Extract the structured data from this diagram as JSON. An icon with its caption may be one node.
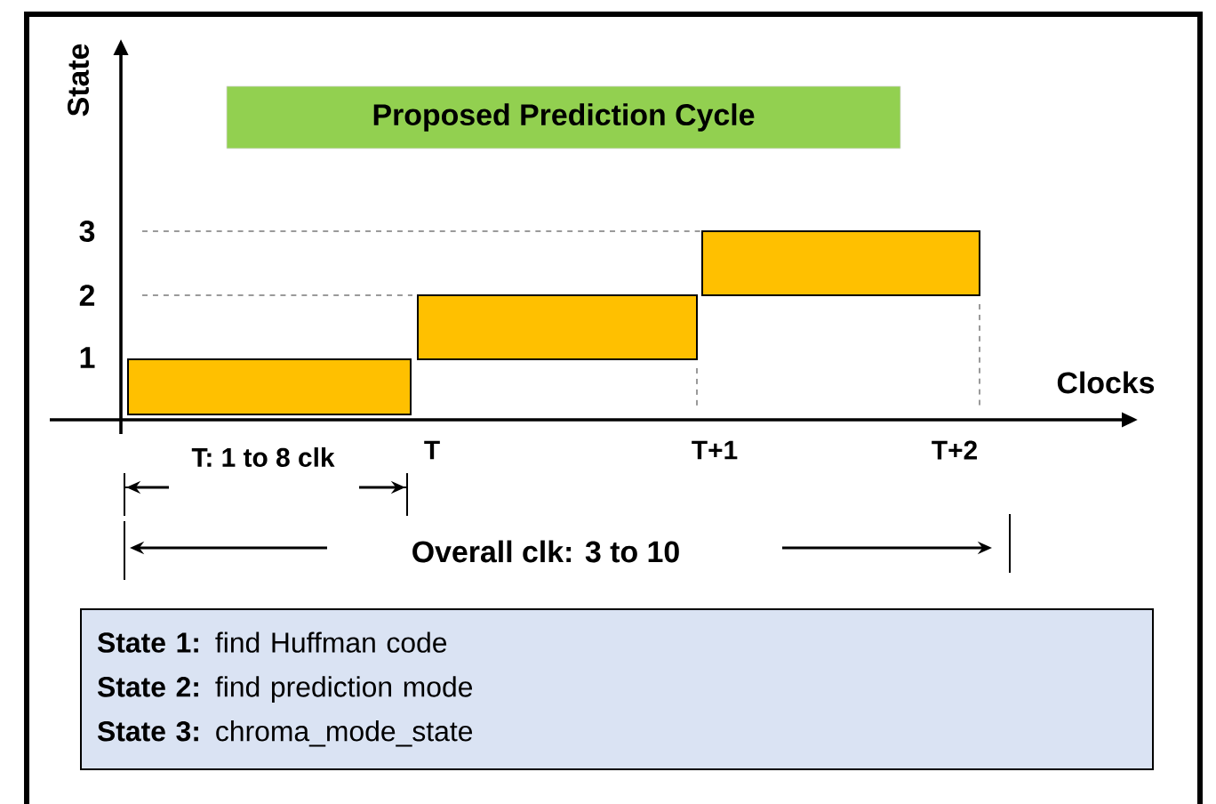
{
  "diagram": {
    "title": "Proposed Prediction Cycle",
    "nodes": [
      {
        "text": [],
        "shape": "bar"
      },
      {
        "text": [],
        "shape": "bar"
      },
      {
        "text": [],
        "shape": "bar"
      },
      {
        "text": [
          "**State 1:** find Huffman code",
          "**State 2:** find prediction mode",
          "**State 3:** chroma_mode_state"
        ]
      }
    ],
    "edges": [],
    "labels": [
      "State",
      "3",
      "2",
      "1",
      "Clocks",
      "T: 1 to 8 clk",
      "T",
      "T+1",
      "T+2",
      "Overall clk: 3 to 10"
    ]
  }
}
